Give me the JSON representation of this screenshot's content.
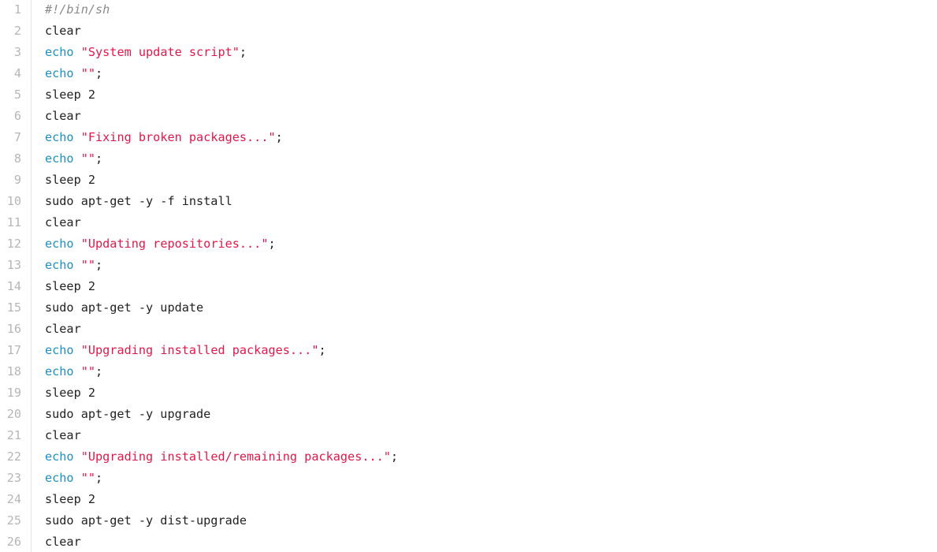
{
  "editor": {
    "colors": {
      "background": "#ffffff",
      "line_number": "#b6b6b6",
      "plain": "#222222",
      "comment": "#8a8a8a",
      "keyword": "#1f8fc1",
      "string": "#e0184a"
    },
    "lines": [
      {
        "number": "1",
        "tokens": [
          {
            "type": "comment",
            "text": "#!/bin/sh"
          }
        ]
      },
      {
        "number": "2",
        "tokens": [
          {
            "type": "plain",
            "text": "clear"
          }
        ]
      },
      {
        "number": "3",
        "tokens": [
          {
            "type": "keyword",
            "text": "echo"
          },
          {
            "type": "plain",
            "text": " "
          },
          {
            "type": "string",
            "text": "\"System update script\""
          },
          {
            "type": "plain",
            "text": ";"
          }
        ]
      },
      {
        "number": "4",
        "tokens": [
          {
            "type": "keyword",
            "text": "echo"
          },
          {
            "type": "plain",
            "text": " "
          },
          {
            "type": "string",
            "text": "\"\""
          },
          {
            "type": "plain",
            "text": ";"
          }
        ]
      },
      {
        "number": "5",
        "tokens": [
          {
            "type": "plain",
            "text": "sleep 2"
          }
        ]
      },
      {
        "number": "6",
        "tokens": [
          {
            "type": "plain",
            "text": "clear"
          }
        ]
      },
      {
        "number": "7",
        "tokens": [
          {
            "type": "keyword",
            "text": "echo"
          },
          {
            "type": "plain",
            "text": " "
          },
          {
            "type": "string",
            "text": "\"Fixing broken packages...\""
          },
          {
            "type": "plain",
            "text": ";"
          }
        ]
      },
      {
        "number": "8",
        "tokens": [
          {
            "type": "keyword",
            "text": "echo"
          },
          {
            "type": "plain",
            "text": " "
          },
          {
            "type": "string",
            "text": "\"\""
          },
          {
            "type": "plain",
            "text": ";"
          }
        ]
      },
      {
        "number": "9",
        "tokens": [
          {
            "type": "plain",
            "text": "sleep 2"
          }
        ]
      },
      {
        "number": "10",
        "tokens": [
          {
            "type": "plain",
            "text": "sudo apt-get -y -f install"
          }
        ]
      },
      {
        "number": "11",
        "tokens": [
          {
            "type": "plain",
            "text": "clear"
          }
        ]
      },
      {
        "number": "12",
        "tokens": [
          {
            "type": "keyword",
            "text": "echo"
          },
          {
            "type": "plain",
            "text": " "
          },
          {
            "type": "string",
            "text": "\"Updating repositories...\""
          },
          {
            "type": "plain",
            "text": ";"
          }
        ]
      },
      {
        "number": "13",
        "tokens": [
          {
            "type": "keyword",
            "text": "echo"
          },
          {
            "type": "plain",
            "text": " "
          },
          {
            "type": "string",
            "text": "\"\""
          },
          {
            "type": "plain",
            "text": ";"
          }
        ]
      },
      {
        "number": "14",
        "tokens": [
          {
            "type": "plain",
            "text": "sleep 2"
          }
        ]
      },
      {
        "number": "15",
        "tokens": [
          {
            "type": "plain",
            "text": "sudo apt-get -y update"
          }
        ]
      },
      {
        "number": "16",
        "tokens": [
          {
            "type": "plain",
            "text": "clear"
          }
        ]
      },
      {
        "number": "17",
        "tokens": [
          {
            "type": "keyword",
            "text": "echo"
          },
          {
            "type": "plain",
            "text": " "
          },
          {
            "type": "string",
            "text": "\"Upgrading installed packages...\""
          },
          {
            "type": "plain",
            "text": ";"
          }
        ]
      },
      {
        "number": "18",
        "tokens": [
          {
            "type": "keyword",
            "text": "echo"
          },
          {
            "type": "plain",
            "text": " "
          },
          {
            "type": "string",
            "text": "\"\""
          },
          {
            "type": "plain",
            "text": ";"
          }
        ]
      },
      {
        "number": "19",
        "tokens": [
          {
            "type": "plain",
            "text": "sleep 2"
          }
        ]
      },
      {
        "number": "20",
        "tokens": [
          {
            "type": "plain",
            "text": "sudo apt-get -y upgrade"
          }
        ]
      },
      {
        "number": "21",
        "tokens": [
          {
            "type": "plain",
            "text": "clear"
          }
        ]
      },
      {
        "number": "22",
        "tokens": [
          {
            "type": "keyword",
            "text": "echo"
          },
          {
            "type": "plain",
            "text": " "
          },
          {
            "type": "string",
            "text": "\"Upgrading installed/remaining packages...\""
          },
          {
            "type": "plain",
            "text": ";"
          }
        ]
      },
      {
        "number": "23",
        "tokens": [
          {
            "type": "keyword",
            "text": "echo"
          },
          {
            "type": "plain",
            "text": " "
          },
          {
            "type": "string",
            "text": "\"\""
          },
          {
            "type": "plain",
            "text": ";"
          }
        ]
      },
      {
        "number": "24",
        "tokens": [
          {
            "type": "plain",
            "text": "sleep 2"
          }
        ]
      },
      {
        "number": "25",
        "tokens": [
          {
            "type": "plain",
            "text": "sudo apt-get -y dist-upgrade"
          }
        ]
      },
      {
        "number": "26",
        "tokens": [
          {
            "type": "plain",
            "text": "clear"
          }
        ]
      }
    ]
  }
}
